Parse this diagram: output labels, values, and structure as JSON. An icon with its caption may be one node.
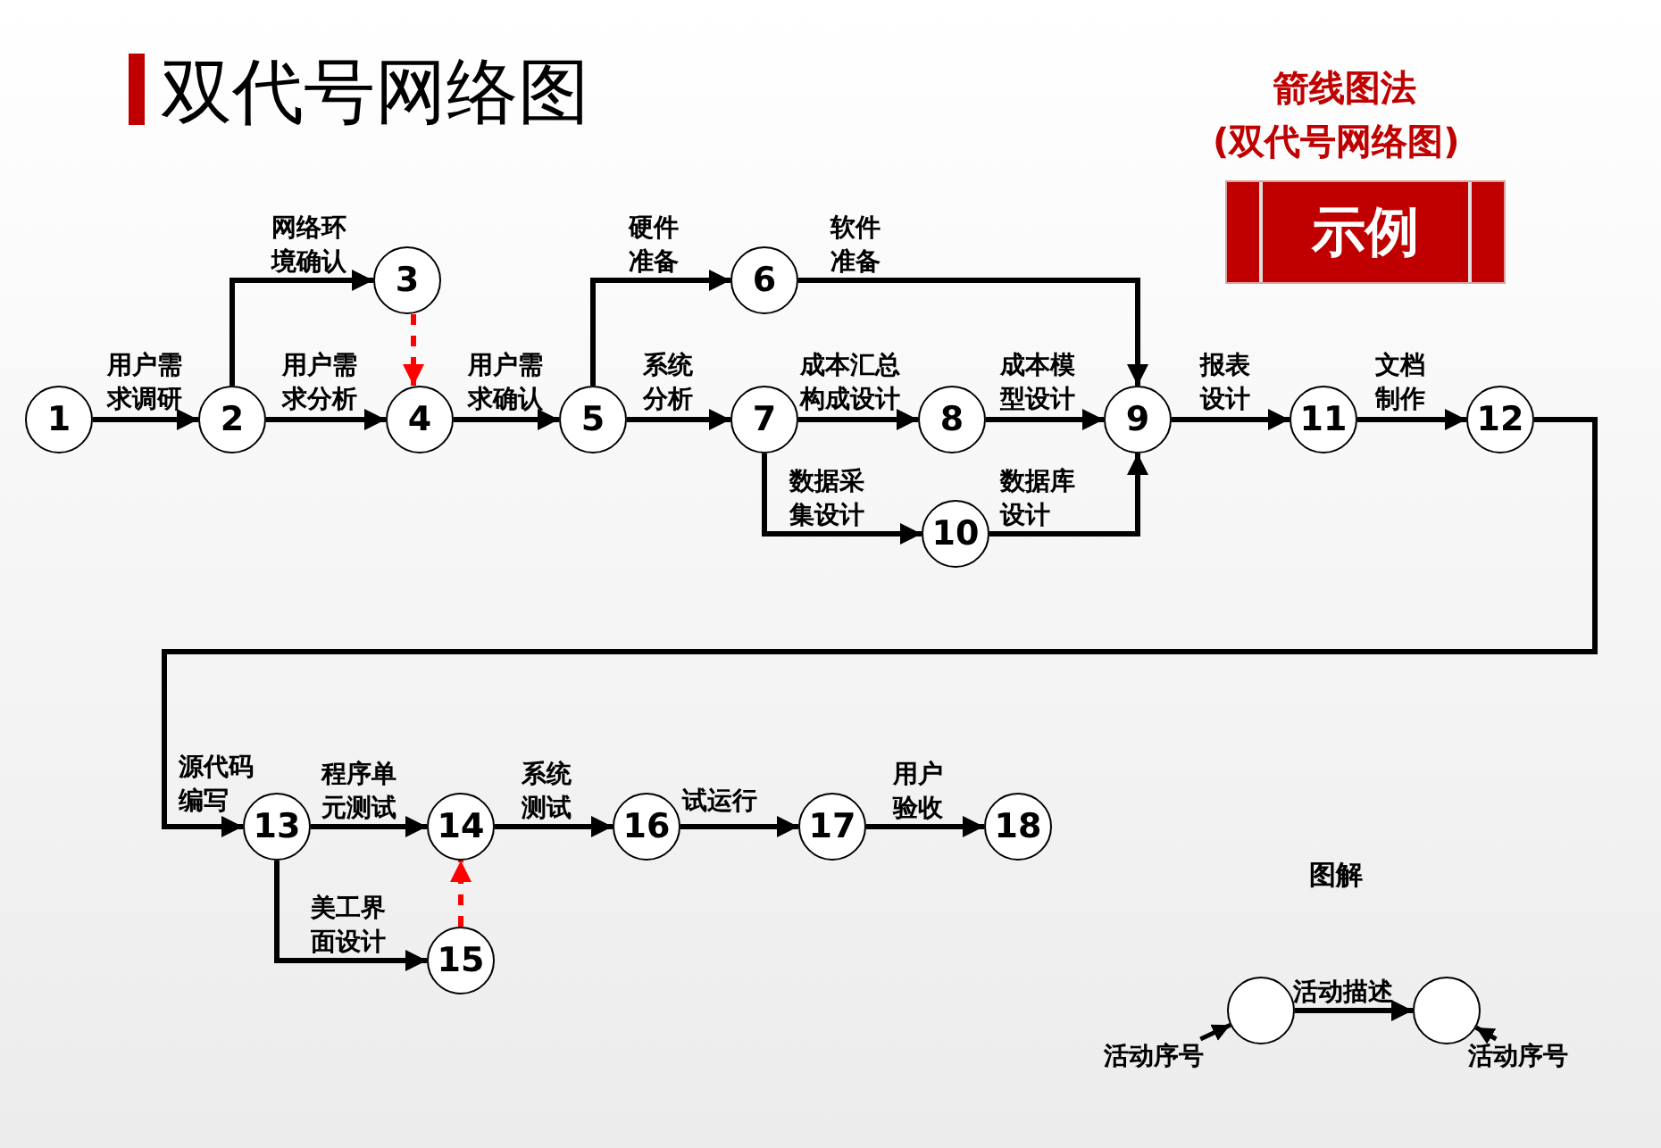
{
  "diagram": {
    "title": "双代号网络图",
    "nodes": [
      {
        "text": [
          "1"
        ]
      },
      {
        "text": [
          "2"
        ]
      },
      {
        "text": [
          "3"
        ]
      },
      {
        "text": [
          "4"
        ]
      },
      {
        "text": [
          "5"
        ]
      },
      {
        "text": [
          "6"
        ]
      },
      {
        "text": [
          "7"
        ]
      },
      {
        "text": [
          "8"
        ]
      },
      {
        "text": [
          "9"
        ]
      },
      {
        "text": [
          "10"
        ]
      },
      {
        "text": [
          "11"
        ]
      },
      {
        "text": [
          "12"
        ]
      },
      {
        "text": [
          "13"
        ]
      },
      {
        "text": [
          "14"
        ]
      },
      {
        "text": [
          "15"
        ]
      },
      {
        "text": [
          "16"
        ]
      },
      {
        "text": [
          "17"
        ]
      },
      {
        "text": [
          "18"
        ]
      },
      {
        "text": [],
        "shape": "circle"
      },
      {
        "text": [],
        "shape": "circle"
      },
      {
        "text": [
          "活动序号"
        ]
      },
      {
        "text": [
          "活动序号"
        ]
      }
    ],
    "edges": [
      {
        "from": 0,
        "to": 1,
        "arrow": "to",
        "label": "用户需求调研"
      },
      {
        "from": 1,
        "to": 2,
        "arrow": "to",
        "label": "网络环境确认"
      },
      {
        "from": 1,
        "to": 3,
        "arrow": "to",
        "label": "用户需求分析"
      },
      {
        "from": 2,
        "to": 3,
        "arrow": "to",
        "style": "dashed",
        "color": "#ff0000"
      },
      {
        "from": 3,
        "to": 4,
        "arrow": "to",
        "label": "用户需求确认"
      },
      {
        "from": 4,
        "to": 5,
        "arrow": "to",
        "label": "硬件准备"
      },
      {
        "from": 4,
        "to": 6,
        "arrow": "to",
        "label": "系统分析"
      },
      {
        "from": 5,
        "to": 8,
        "arrow": "to",
        "label": "软件准备"
      },
      {
        "from": 6,
        "to": 7,
        "arrow": "to",
        "label": "成本汇总构成设计"
      },
      {
        "from": 6,
        "to": 9,
        "arrow": "to",
        "label": "数据采集设计"
      },
      {
        "from": 7,
        "to": 8,
        "arrow": "to",
        "label": "成本模型设计"
      },
      {
        "from": 9,
        "to": 8,
        "arrow": "to",
        "label": "数据库设计"
      },
      {
        "from": 8,
        "to": 10,
        "arrow": "to",
        "label": "报表设计"
      },
      {
        "from": 10,
        "to": 11,
        "arrow": "to",
        "label": "文档制作"
      },
      {
        "from": 11,
        "to": 12,
        "arrow": "to",
        "label": "源代码编写"
      },
      {
        "from": 12,
        "to": 13,
        "arrow": "to",
        "label": "程序单元测试"
      },
      {
        "from": 12,
        "to": 14,
        "arrow": "to",
        "label": "美工界面设计"
      },
      {
        "from": 14,
        "to": 13,
        "arrow": "to",
        "style": "dashed",
        "color": "#ff0000"
      },
      {
        "from": 13,
        "to": 15,
        "arrow": "to",
        "label": "系统测试"
      },
      {
        "from": 15,
        "to": 16,
        "arrow": "to",
        "label": "试运行"
      },
      {
        "from": 16,
        "to": 17,
        "arrow": "to",
        "label": "用户验收"
      },
      {
        "from": 18,
        "to": 19,
        "arrow": "to",
        "label": "活动描述"
      },
      {
        "from": 20,
        "to": 18,
        "arrow": "to"
      },
      {
        "from": 21,
        "to": 19,
        "arrow": "to"
      }
    ],
    "labels": [
      "箭线图法",
      "(双代号网络图)",
      "示例",
      "图解"
    ]
  }
}
